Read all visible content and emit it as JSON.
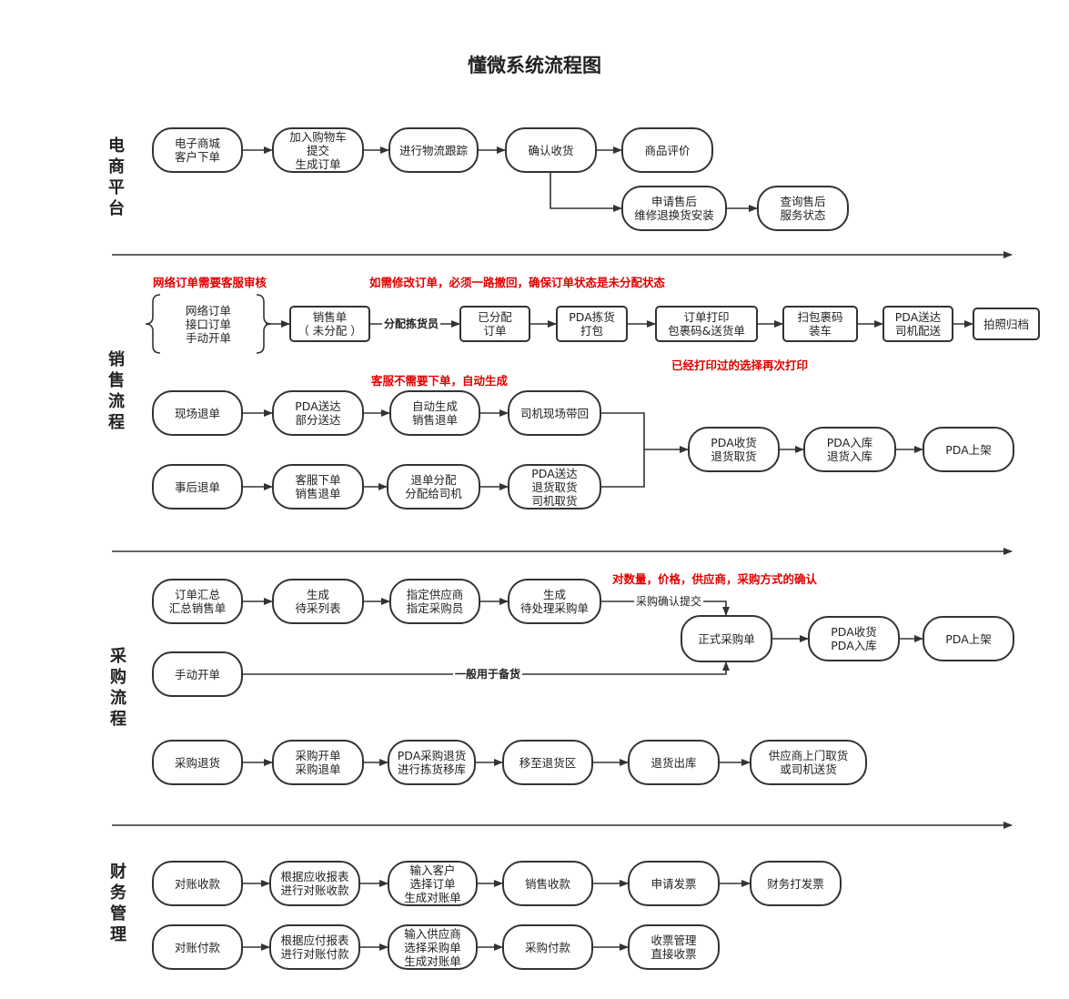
{
  "title": "懂微系统流程图",
  "sections": [
    {
      "id": "ecommerce",
      "label": "电商平台"
    },
    {
      "id": "sales",
      "label": "销售流程"
    },
    {
      "id": "purchase",
      "label": "采购流程"
    },
    {
      "id": "finance",
      "label": "财务管理"
    }
  ],
  "notes": {
    "online_review": "网络订单需要客服审核",
    "modify_order": "如需修改订单，必须一路撤回，确保订单状态是未分配状态",
    "reprint": "已经打印过的选择再次打印",
    "auto_generate": "客服不需要下单，自动生成",
    "confirm_details": "对数量，价格，供应商，采购方式的确认"
  },
  "edge_labels": {
    "assign_picker": "分配拣货员",
    "purchase_confirm": "采购确认提交",
    "stock_prep": "一般用于备货"
  },
  "nodes": {
    "e1": "电子商城\n客户下单",
    "e2": "加入购物车\n提交\n生成订单",
    "e3": "进行物流跟踪",
    "e4": "确认收货",
    "e5": "商品评价",
    "e6": "申请售后\n维修退换货安装",
    "e7": "查询售后\n服务状态",
    "s0": "网络订单\n接口订单\n手动开单",
    "s1": "销售单\n（ 未分配 ）",
    "s2": "已分配\n订单",
    "s3": "PDA拣货\n打包",
    "s4": "订单打印\n包裹码&送货单",
    "s5": "扫包裹码\n装车",
    "s6": "PDA送达\n司机配送",
    "s7": "拍照归档",
    "r1": "现场退单",
    "r2": "PDA送达\n部分送达",
    "r3": "自动生成\n销售退单",
    "r4": "司机现场带回",
    "r5": "事后退单",
    "r6": "客服下单\n销售退单",
    "r7": "退单分配\n分配给司机",
    "r8": "PDA送达\n退货取货\n司机取货",
    "r9": "PDA收货\n退货取货",
    "r10": "PDA入库\n退货入库",
    "r11": "PDA上架",
    "p1": "订单汇总\n汇总销售单",
    "p2": "生成\n待采列表",
    "p3": "指定供应商\n指定采购员",
    "p4": "生成\n待处理采购单",
    "p5": "正式采购单",
    "p6": "PDA收货\nPDA入库",
    "p7": "PDA上架",
    "p8": "手动开单",
    "q1": "采购退货",
    "q2": "采购开单\n采购退单",
    "q3": "PDA采购退货\n进行拣货移库",
    "q4": "移至退货区",
    "q5": "退货出库",
    "q6": "供应商上门取货\n或司机送货",
    "f1": "对账收款",
    "f2": "根据应收报表\n进行对账收款",
    "f3": "输入客户\n选择订单\n生成对账单",
    "f4": "销售收款",
    "f5": "申请发票",
    "f6": "财务打发票",
    "g1": "对账付款",
    "g2": "根据应付报表\n进行对账付款",
    "g3": "输入供应商\n选择采购单\n生成对账单",
    "g4": "采购付款",
    "g5": "收票管理\n直接收票"
  }
}
